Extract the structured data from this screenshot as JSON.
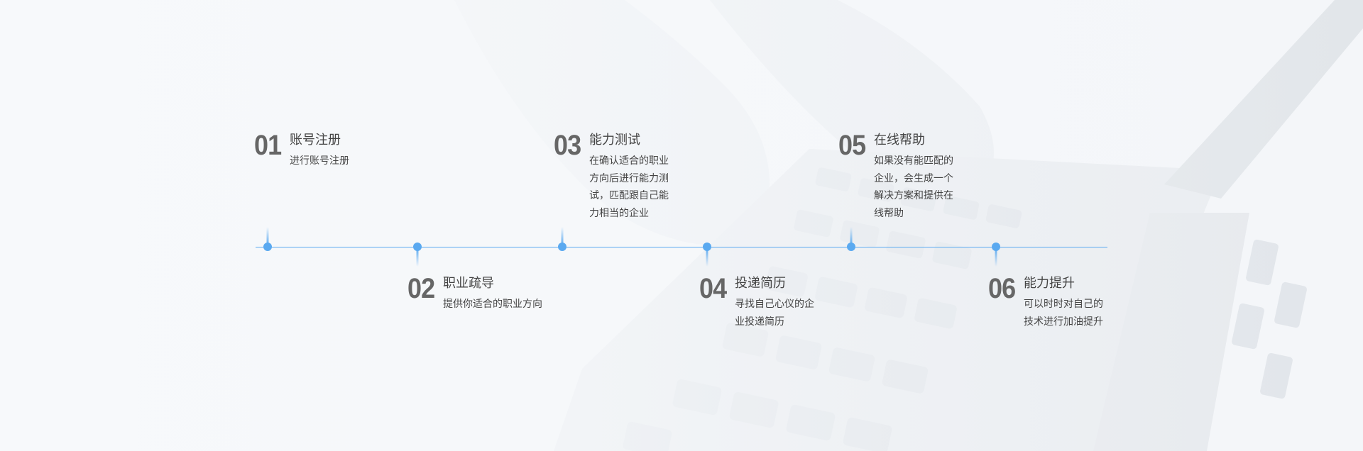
{
  "timeline": {
    "steps": [
      {
        "num": "01",
        "title": "账号注册",
        "desc": [
          "进行账号注册"
        ],
        "position": "top"
      },
      {
        "num": "02",
        "title": "职业疏导",
        "desc": [
          "提供你适合的职业方向"
        ],
        "position": "bottom"
      },
      {
        "num": "03",
        "title": "能力测试",
        "desc": [
          "在确认适合的职业",
          "方向后进行能力测",
          "试，匹配跟自己能",
          "力相当的企业"
        ],
        "position": "top"
      },
      {
        "num": "04",
        "title": "投递简历",
        "desc": [
          "寻找自己心仪的企",
          "业投递简历"
        ],
        "position": "bottom"
      },
      {
        "num": "05",
        "title": "在线帮助",
        "desc": [
          "如果没有能匹配的",
          "企业，会生成一个",
          "解决方案和提供在",
          "线帮助"
        ],
        "position": "top"
      },
      {
        "num": "06",
        "title": "能力提升",
        "desc": [
          "可以时时对自己的",
          "技术进行加油提升"
        ],
        "position": "bottom"
      }
    ]
  },
  "colors": {
    "accent": "#5aa9f0",
    "number": "#666666",
    "text": "#444444",
    "background": "#f7f9fb"
  }
}
